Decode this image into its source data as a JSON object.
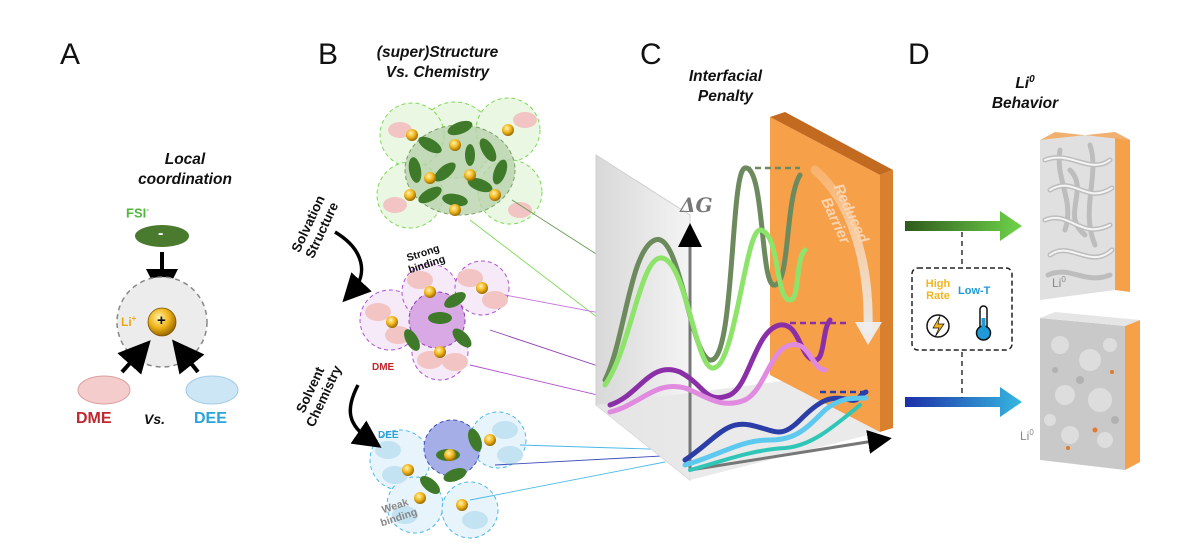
{
  "panels": {
    "a": {
      "letter": "A",
      "title_line1": "Local",
      "title_line2": "coordination",
      "anion": "FSI",
      "anion_sup": "-",
      "anion_charge": "-",
      "cation": "Li",
      "cation_sup": "+",
      "cation_charge": "+",
      "solvent1": "DME",
      "solvent2": "DEE",
      "versus": "Vs."
    },
    "b": {
      "letter": "B",
      "title_line1": "(super)Structure",
      "title_line2": "Vs. Chemistry",
      "arrow1_line1": "Solvation",
      "arrow1_line2": "Structure",
      "arrow2_line1": "Solvent",
      "arrow2_line2": "Chemistry",
      "strong_line1": "Strong",
      "strong_line2": "binding",
      "weak_line1": "Weak",
      "weak_line2": "binding",
      "dme_tag": "DME",
      "dee_tag": "DEE"
    },
    "c": {
      "letter": "C",
      "title_line1": "Interfacial",
      "title_line2": "Penalty",
      "axis_symbol": "ΔG",
      "barrier_line1": "Reduced",
      "barrier_line2": "Barrier"
    },
    "d": {
      "letter": "D",
      "title_main": "Li",
      "title_sup": "0",
      "title_line2": "Behavior",
      "cond1_line1": "High",
      "cond1_line2": "Rate",
      "cond2": "Low-T",
      "li_top": "Li",
      "li_top_sup": "0",
      "li_bottom": "Li",
      "li_bottom_sup": "0"
    }
  },
  "colors": {
    "fsi_green": "#4a7a2e",
    "li_gold": "#e8a810",
    "dme_red": "#c0272d",
    "dee_blue": "#29a3d9",
    "dme_pink": "#f2c4c4",
    "dee_lightblue": "#c3e2f2",
    "plate_orange": "#f7a04a",
    "cluster_green": "#7ed957",
    "cluster_purple": "#b04fd0",
    "cluster_blue": "#4bb8e8"
  }
}
